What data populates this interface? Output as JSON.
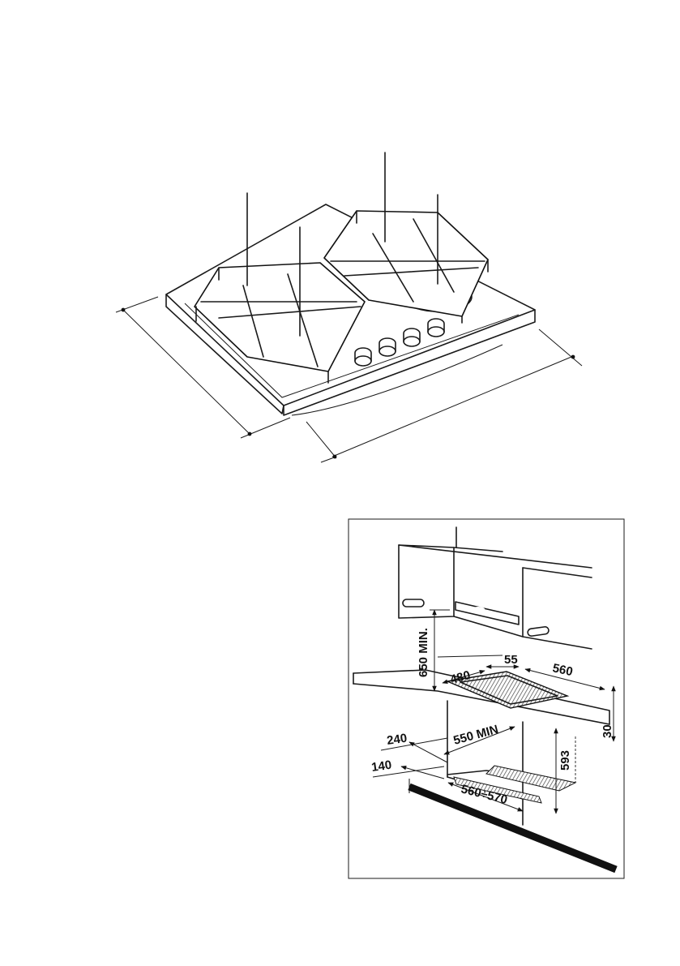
{
  "install": {
    "label_650": "650 MIN.",
    "label_55": "55",
    "label_480": "480",
    "label_560_top": "560",
    "label_30": "30",
    "label_240": "240",
    "label_550": "550 MIN",
    "label_593": "593",
    "label_140": "140",
    "label_560_570": "560÷570"
  },
  "colors": {
    "line": "#1a1a1a",
    "background": "#ffffff"
  }
}
